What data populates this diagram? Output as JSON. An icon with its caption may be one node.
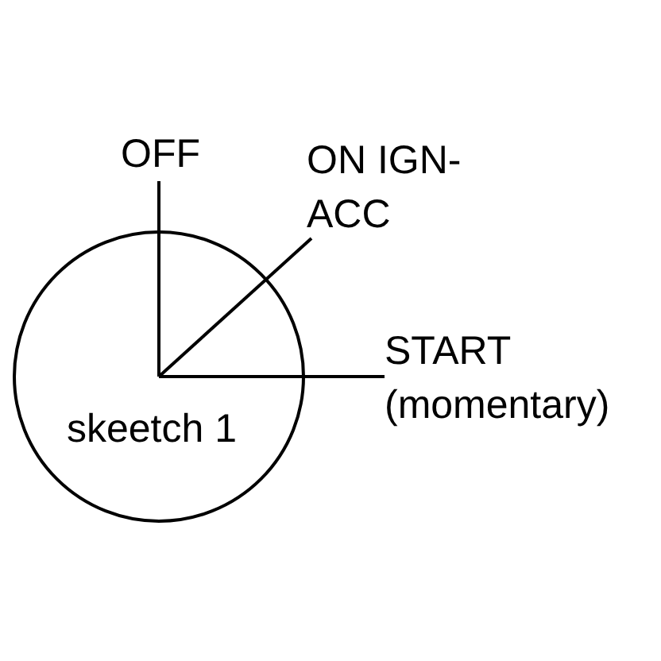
{
  "diagram": {
    "nodes": [
      {
        "text": [
          "skeetch 1"
        ]
      },
      {
        "text": [
          "OFF"
        ]
      },
      {
        "text": [
          "ON IGN-ACC"
        ]
      },
      {
        "text": [
          "START (momentary)"
        ]
      }
    ],
    "edges": [
      {
        "from": 0,
        "to": 1,
        "arrow": "none"
      },
      {
        "from": 0,
        "to": 2,
        "arrow": "none"
      },
      {
        "from": 0,
        "to": 3,
        "arrow": "none"
      }
    ]
  }
}
